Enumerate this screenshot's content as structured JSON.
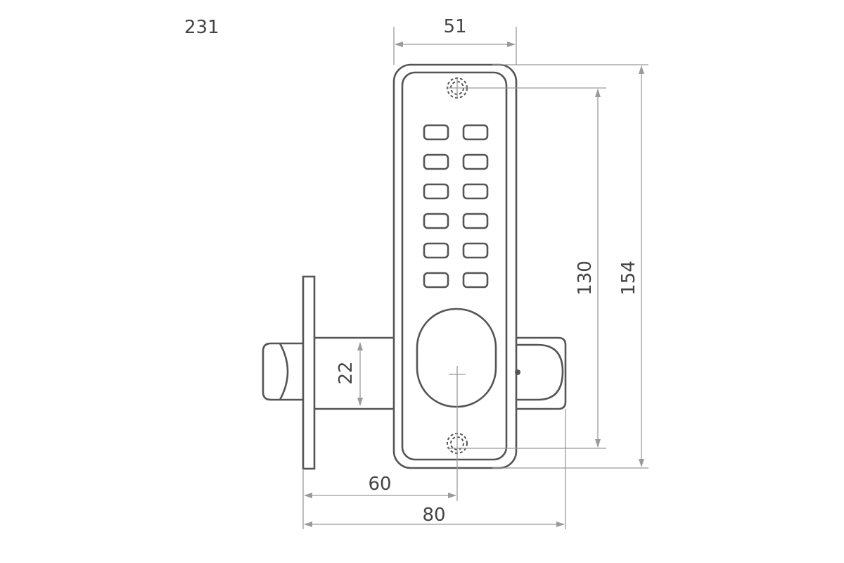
{
  "figure_id": "231",
  "dimensions": {
    "width": "51",
    "screw_spacing": "130",
    "height": "154",
    "latch_height": "22",
    "backset": "60",
    "overall_depth": "80"
  },
  "colors": {
    "outline": "#555555",
    "dimension": "#9a9a9a"
  }
}
